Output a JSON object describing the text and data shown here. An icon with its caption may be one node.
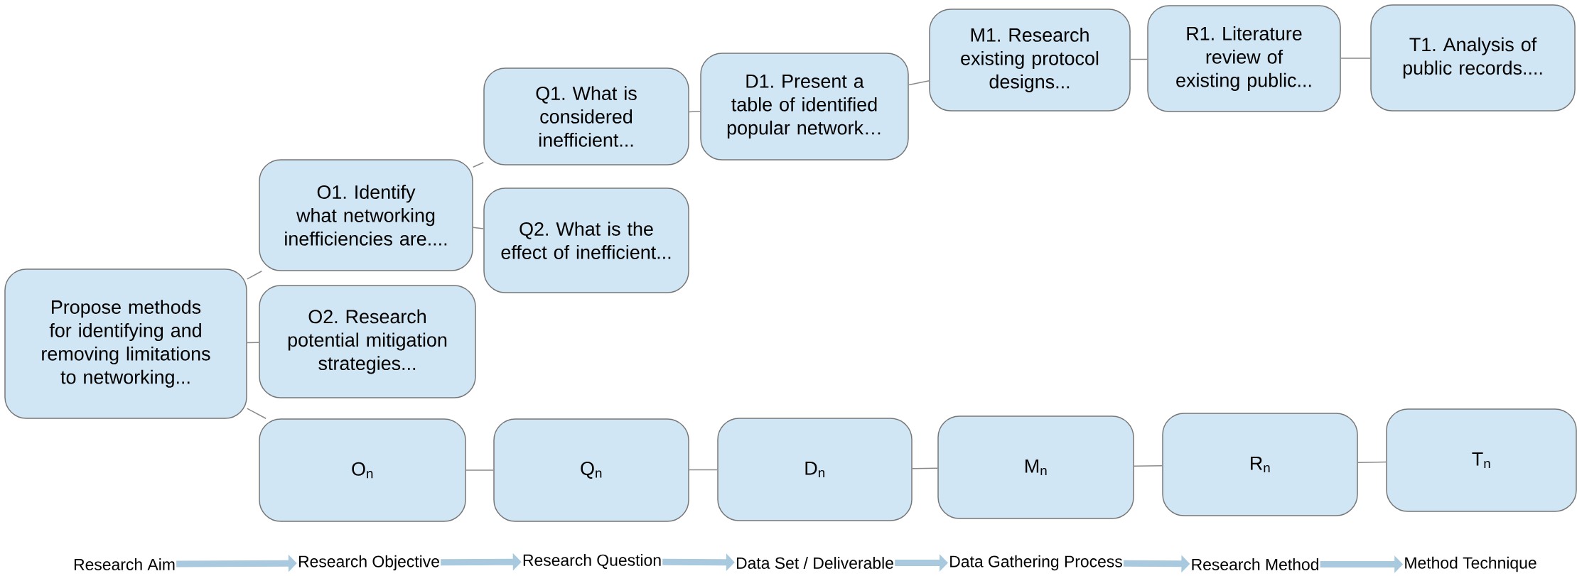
{
  "diagram": {
    "nodes": [
      {
        "text": [
          "Propose methods for identifying and removing limitations to networking..."
        ]
      },
      {
        "text": [
          "O1. Identify what networking inefficiencies are...."
        ]
      },
      {
        "text": [
          "Q1. What is considered inefficient..."
        ]
      },
      {
        "text": [
          "D1. Present a table of identified popular network…"
        ]
      },
      {
        "text": [
          "M1. Research existing protocol designs..."
        ]
      },
      {
        "text": [
          "R1. Literature review of existing public..."
        ]
      },
      {
        "text": [
          "T1. Analysis of public records...."
        ]
      },
      {
        "text": [
          "Q2. What is the effect of inefficient..."
        ]
      },
      {
        "text": [
          "O2. Research potential mitigation strategies..."
        ]
      },
      {
        "text": [
          "O$_{n}$"
        ]
      },
      {
        "text": [
          "Q$_{n}$"
        ]
      },
      {
        "text": [
          "D$_{n}$"
        ]
      },
      {
        "text": [
          "M$_{n}$"
        ]
      },
      {
        "text": [
          "R$_{n}$"
        ]
      },
      {
        "text": [
          "T$_{n}$"
        ]
      },
      {
        "text": [
          "Research Aim"
        ]
      },
      {
        "text": [
          "Research Objective"
        ]
      },
      {
        "text": [
          "Research Question"
        ]
      },
      {
        "text": [
          "Data Set / Deliverable"
        ]
      },
      {
        "text": [
          "Data Gathering Process"
        ]
      },
      {
        "text": [
          "Research Method"
        ]
      },
      {
        "text": [
          "Method Technique"
        ]
      }
    ],
    "edges": [
      {
        "from": 0,
        "to": 1,
        "arrow": "none"
      },
      {
        "from": 0,
        "to": 8,
        "arrow": "none"
      },
      {
        "from": 0,
        "to": 9,
        "arrow": "none"
      },
      {
        "from": 1,
        "to": 2,
        "arrow": "none"
      },
      {
        "from": 1,
        "to": 7,
        "arrow": "none"
      },
      {
        "from": 2,
        "to": 3,
        "arrow": "none"
      },
      {
        "from": 3,
        "to": 4,
        "arrow": "none"
      },
      {
        "from": 4,
        "to": 5,
        "arrow": "none"
      },
      {
        "from": 5,
        "to": 6,
        "arrow": "none"
      },
      {
        "from": 9,
        "to": 10,
        "arrow": "none"
      },
      {
        "from": 10,
        "to": 11,
        "arrow": "none"
      },
      {
        "from": 11,
        "to": 12,
        "arrow": "none"
      },
      {
        "from": 12,
        "to": 13,
        "arrow": "none"
      },
      {
        "from": 13,
        "to": 14,
        "arrow": "none"
      },
      {
        "from": 15,
        "to": 16,
        "arrow": "to",
        "style": "thick"
      },
      {
        "from": 16,
        "to": 17,
        "arrow": "to",
        "style": "thick"
      },
      {
        "from": 17,
        "to": 18,
        "arrow": "to",
        "style": "thick"
      },
      {
        "from": 18,
        "to": 19,
        "arrow": "to",
        "style": "thick"
      },
      {
        "from": 19,
        "to": 20,
        "arrow": "to",
        "style": "thick"
      },
      {
        "from": 20,
        "to": 21,
        "arrow": "to",
        "style": "thick"
      }
    ]
  }
}
